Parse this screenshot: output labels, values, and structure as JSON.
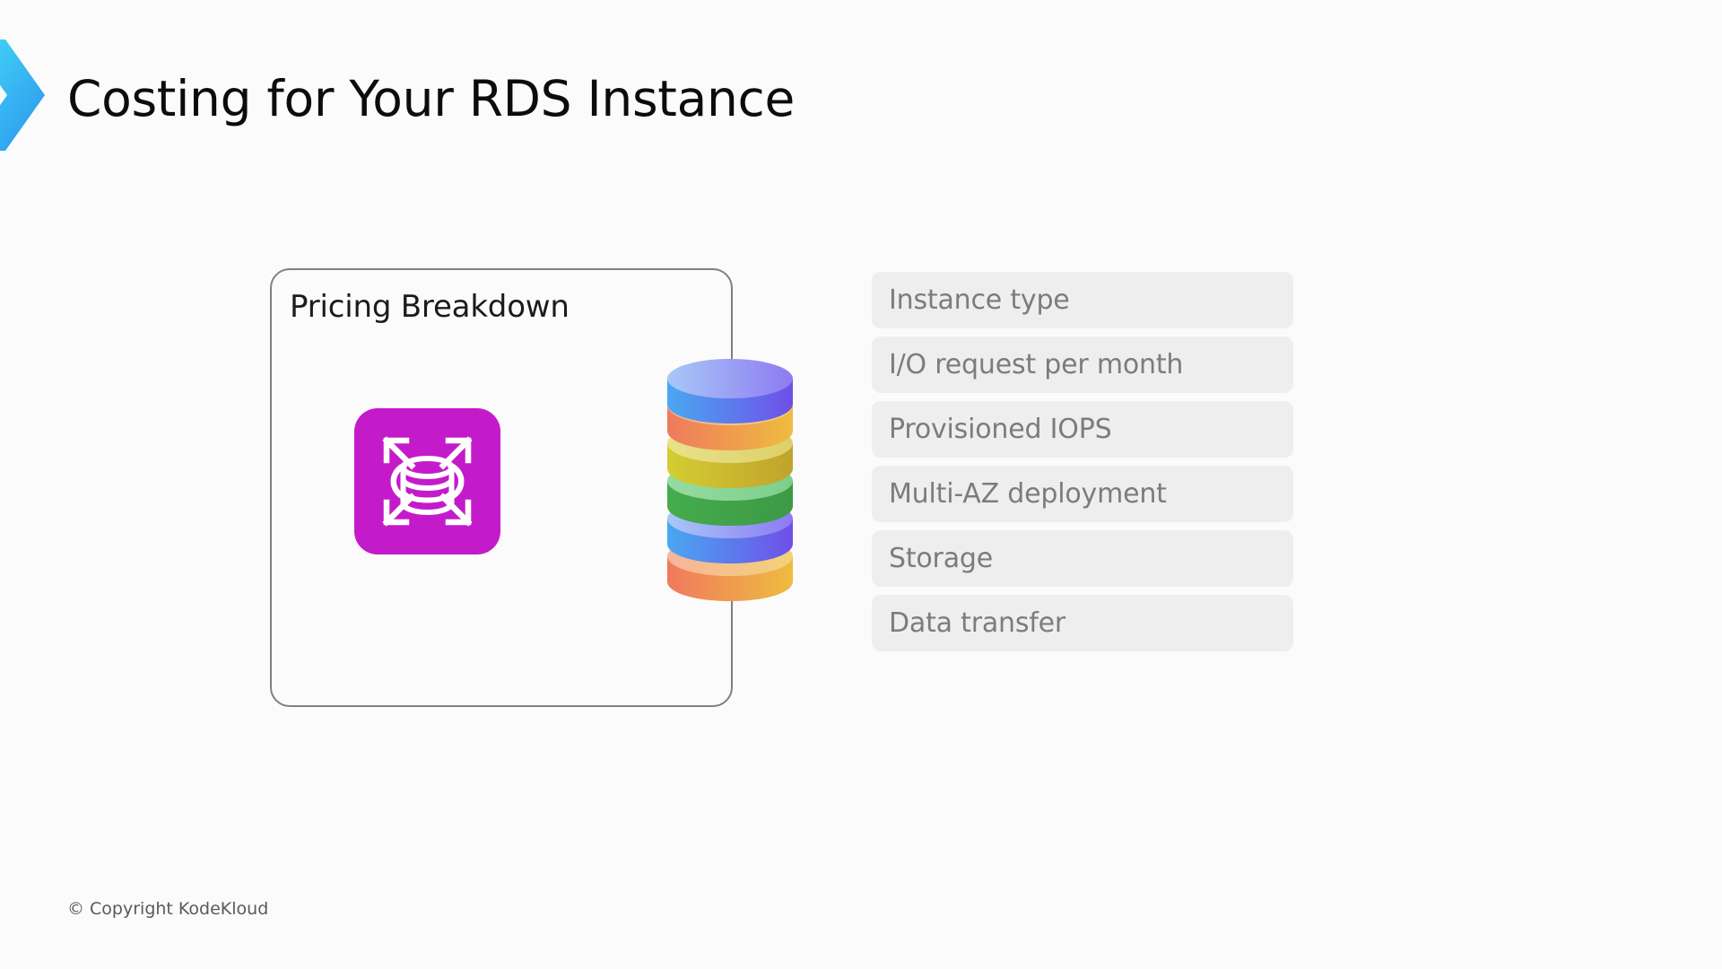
{
  "slide": {
    "title": "Costing for Your RDS Instance",
    "background_color": "#fbfbfb"
  },
  "chevron": {
    "icon": "chevron-right-marker",
    "color_start": "#3fd8f5",
    "color_end": "#2e9cf0"
  },
  "card": {
    "heading": "Pricing Breakdown",
    "border_color": "#808080"
  },
  "rds_icon": {
    "icon": "rds-scaling-database-icon",
    "background_color": "#c41bca",
    "glyph_color": "#ffffff"
  },
  "database_stack": {
    "icon": "stacked-database-disks",
    "layers": [
      {
        "name": "layer-1",
        "color_start": "#5ab4f5",
        "color_end": "#7a5cf0"
      },
      {
        "name": "layer-2",
        "color_start": "#f07a5c",
        "color_end": "#f5c33f"
      },
      {
        "name": "layer-3",
        "color_start": "#d8d83f",
        "color_end": "#c9a92e"
      },
      {
        "name": "layer-4",
        "color_start": "#4caf50",
        "color_end": "#3f9e43"
      },
      {
        "name": "layer-5",
        "color_start": "#5ab4f5",
        "color_end": "#7a5cf0"
      },
      {
        "name": "layer-6",
        "color_start": "#f07a5c",
        "color_end": "#f5c33f"
      }
    ]
  },
  "cost_factors": {
    "items": [
      {
        "label": "Instance type"
      },
      {
        "label": "I/O request per month"
      },
      {
        "label": "Provisioned IOPS"
      },
      {
        "label": "Multi-AZ deployment"
      },
      {
        "label": "Storage"
      },
      {
        "label": "Data transfer"
      }
    ],
    "pill_background": "#eeeeef",
    "text_color": "#7c7c7c"
  },
  "footer": {
    "copyright": "© Copyright KodeKloud"
  }
}
